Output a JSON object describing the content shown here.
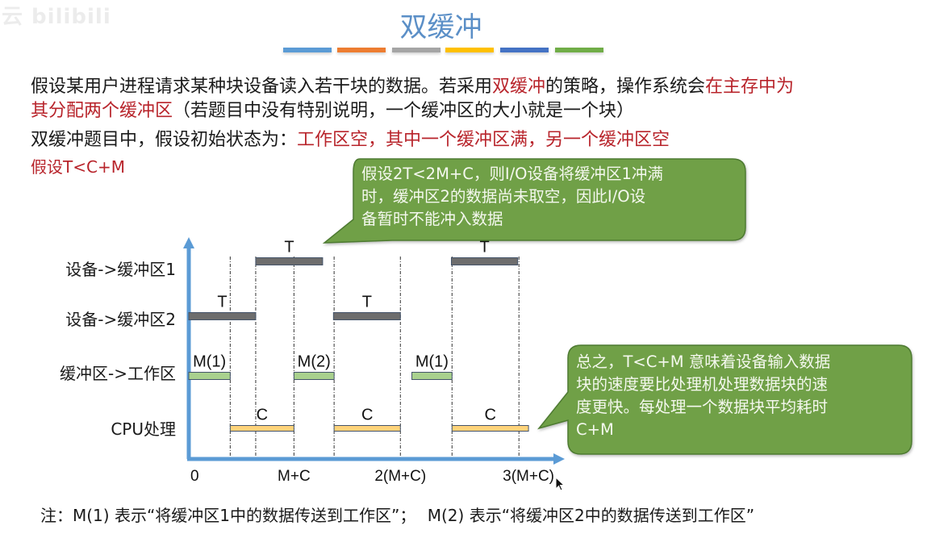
{
  "watermark": "云 bilibili",
  "title": "双缓冲",
  "title_underline_colors": [
    "#5b9bd5",
    "#ed7d31",
    "#a5a5a5",
    "#ffc000",
    "#4472c4",
    "#70ad47"
  ],
  "paragraph1": {
    "line1_a": "假设某用户进程请求某种块设备读入若干块的数据。若采用",
    "line1_b_red": "双缓冲",
    "line1_c": "的策略，操作系统会",
    "line1_d_red": "在主存中为",
    "line2_a_red": "其分配两个缓冲区",
    "line2_b": "（若题目中没有特别说明，一个缓冲区的大小就是一个块）"
  },
  "paragraph2": {
    "a": "双缓冲题目中，假设初始状态为：",
    "b_red": "工作区空，其中一个缓冲区满，另一个缓冲区空"
  },
  "assumption_red": "假设T<C+M",
  "callout_top": {
    "lines": [
      "假设2T<2M+C，则I/O设备将缓冲区1冲满",
      "时，缓冲区2的数据尚未取空，因此I/O设",
      "备暂时不能冲入数据"
    ]
  },
  "callout_right": {
    "lines": [
      "总之，T<C+M 意味着设备输入数据",
      "块的速度要比处理机处理数据块的速",
      "度更快。每处理一个数据块平均耗时",
      "C+M"
    ]
  },
  "colors": {
    "axis": "#5b9bd5",
    "device_bar": "#6d6d6d",
    "transfer_bar": "#a9d18e",
    "cpu_bar": "#ffd37a",
    "callout_fill": "#70a046",
    "callout_border": "#4e7a30",
    "red_text": "#b8242b"
  },
  "timing_diagram": {
    "rows": [
      {
        "id": "buf1",
        "label": "设备->缓冲区1"
      },
      {
        "id": "buf2",
        "label": "设备->缓冲区2"
      },
      {
        "id": "work",
        "label": "缓冲区->工作区"
      },
      {
        "id": "cpu",
        "label": "CPU处理"
      }
    ],
    "segments": [
      {
        "row": "buf2",
        "start": 0.0,
        "end": 1.05,
        "label": "T",
        "kind": "device"
      },
      {
        "row": "buf1",
        "start": 1.05,
        "end": 2.1,
        "label": "T",
        "kind": "device"
      },
      {
        "row": "buf2",
        "start": 2.27,
        "end": 3.32,
        "label": "T",
        "kind": "device"
      },
      {
        "row": "buf1",
        "start": 4.12,
        "end": 5.16,
        "label": "T",
        "kind": "device"
      },
      {
        "row": "work",
        "start": 0.0,
        "end": 0.65,
        "label": "M(1)",
        "kind": "transfer"
      },
      {
        "row": "work",
        "start": 1.65,
        "end": 2.28,
        "label": "M(2)",
        "kind": "transfer"
      },
      {
        "row": "work",
        "start": 3.5,
        "end": 4.13,
        "label": "M(1)",
        "kind": "transfer"
      },
      {
        "row": "cpu",
        "start": 0.65,
        "end": 1.65,
        "label": "C",
        "kind": "cpu"
      },
      {
        "row": "cpu",
        "start": 2.28,
        "end": 3.32,
        "label": "C",
        "kind": "cpu"
      },
      {
        "row": "cpu",
        "start": 4.13,
        "end": 5.33,
        "label": "C",
        "kind": "cpu"
      }
    ],
    "dashed_guides": [
      0.65,
      1.05,
      1.65,
      2.28,
      3.32,
      4.13,
      5.18
    ],
    "x_ticks": [
      {
        "value": 0.0,
        "label": "0"
      },
      {
        "value": 1.65,
        "label": "M+C"
      },
      {
        "value": 3.32,
        "label": "2(M+C)"
      },
      {
        "value": 5.33,
        "label": "3(M+C)"
      }
    ],
    "x_max": 5.9
  },
  "footnote": {
    "part1": "注：M(1) 表示“将缓冲区1中的数据传送到工作区”；",
    "part2": "M(2) 表示“将缓冲区2中的数据传送到工作区”"
  }
}
